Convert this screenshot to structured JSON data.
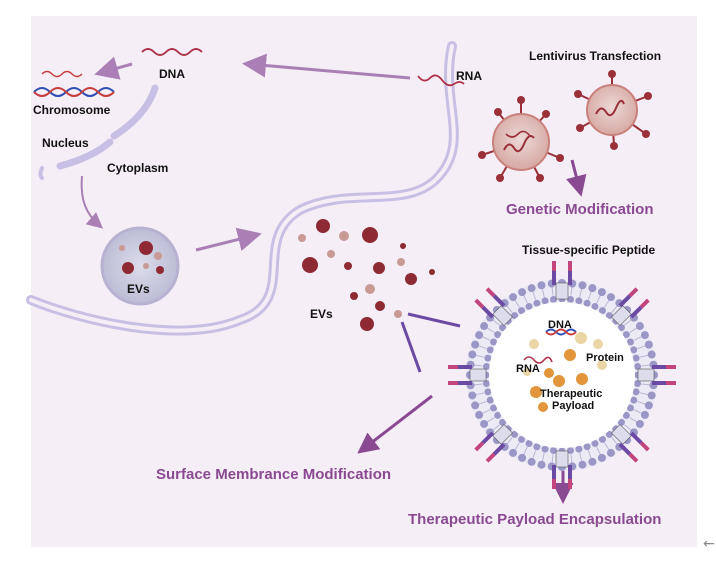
{
  "labels": {
    "dna_top": "DNA",
    "chromosome": "Chromosome",
    "nucleus": "Nucleus",
    "cytoplasm": "Cytoplasm",
    "rna_top": "RNA",
    "lentivirus": "Lentivirus Transfection",
    "genetic_modification": "Genetic Modification",
    "evs_small": "EVs",
    "evs_cloud": "EVs",
    "tissue_peptide": "Tissue-specific Peptide",
    "dna_inner": "DNA",
    "rna_inner": "RNA",
    "protein": "Protein",
    "therapeutic": "Therapeutic",
    "payload": "Payload",
    "surface_modification": "Surface Membrance Modification",
    "payload_encapsulation": "Therapeutic Payload Encapsulation"
  },
  "back_icon": "←",
  "colors": {
    "cell_background": "#f5eef6",
    "membrane": "#c7c0e4",
    "arrow": "#a97fb5",
    "heading": "#8a4a92",
    "vesicle_dark": "#8e2a33",
    "vesicle_light": "#c89a96",
    "payload_orange": "#e2953a",
    "payload_cream": "#ead5a4",
    "peptide_purple": "#6b4aa3",
    "peptide_pink": "#c2457d"
  }
}
